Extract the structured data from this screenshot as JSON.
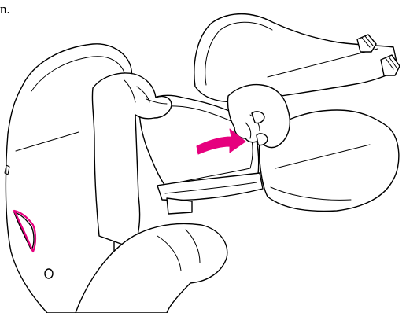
{
  "caption": {
    "fragment": "n."
  },
  "illustration": {
    "subject": "hands-fitting-cover-over-seat-cushion",
    "line_color": "#000000",
    "background_color": "#ffffff",
    "highlight_color": "#e6007e",
    "highlight_targets": [
      "direction-arrow",
      "side-release-highlight"
    ]
  }
}
